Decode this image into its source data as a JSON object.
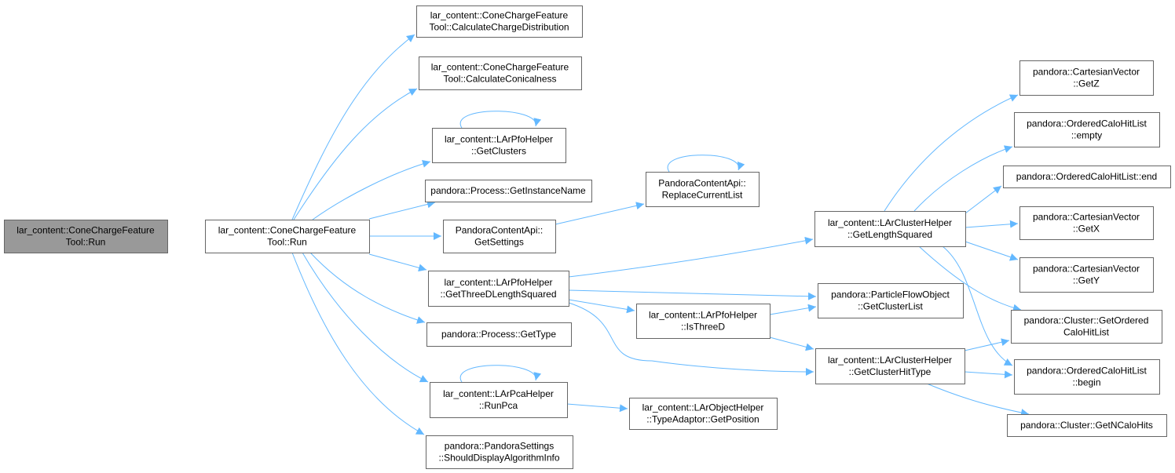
{
  "colors": {
    "edge": "#63b8ff",
    "node_border": "#666666",
    "node_fill": "#ffffff",
    "root_fill": "#999999"
  },
  "nodes": [
    {
      "id": "root",
      "lines": [
        "lar_content::ConeChargeFeature",
        "Tool::Run"
      ],
      "root": true
    },
    {
      "id": "run",
      "lines": [
        "lar_content::ConeChargeFeature",
        "Tool::Run"
      ]
    },
    {
      "id": "calcdist",
      "lines": [
        "lar_content::ConeChargeFeature",
        "Tool::CalculateChargeDistribution"
      ]
    },
    {
      "id": "calccon",
      "lines": [
        "lar_content::ConeChargeFeature",
        "Tool::CalculateConicalness"
      ]
    },
    {
      "id": "getclusters",
      "lines": [
        "lar_content::LArPfoHelper",
        "::GetClusters"
      ]
    },
    {
      "id": "instname",
      "lines": [
        "pandora::Process::GetInstanceName"
      ]
    },
    {
      "id": "getsettings",
      "lines": [
        "PandoraContentApi::",
        "GetSettings"
      ]
    },
    {
      "id": "replace",
      "lines": [
        "PandoraContentApi::",
        "ReplaceCurrentList"
      ]
    },
    {
      "id": "threed",
      "lines": [
        "lar_content::LArPfoHelper",
        "::GetThreeDLengthSquared"
      ]
    },
    {
      "id": "gettype",
      "lines": [
        "pandora::Process::GetType"
      ]
    },
    {
      "id": "runpca",
      "lines": [
        "lar_content::LArPcaHelper",
        "::RunPca"
      ]
    },
    {
      "id": "shoulddisplay",
      "lines": [
        "pandora::PandoraSettings",
        "::ShouldDisplayAlgorithmInfo"
      ]
    },
    {
      "id": "isthreed",
      "lines": [
        "lar_content::LArPfoHelper",
        "::IsThreeD"
      ]
    },
    {
      "id": "getpos",
      "lines": [
        "lar_content::LArObjectHelper",
        "::TypeAdaptor::GetPosition"
      ]
    },
    {
      "id": "lensq",
      "lines": [
        "lar_content::LArClusterHelper",
        "::GetLengthSquared"
      ]
    },
    {
      "id": "pfoclusterlist",
      "lines": [
        "pandora::ParticleFlowObject",
        "::GetClusterList"
      ]
    },
    {
      "id": "hittype",
      "lines": [
        "lar_content::LArClusterHelper",
        "::GetClusterHitType"
      ]
    },
    {
      "id": "getz",
      "lines": [
        "pandora::CartesianVector",
        "::GetZ"
      ]
    },
    {
      "id": "empty",
      "lines": [
        "pandora::OrderedCaloHitList",
        "::empty"
      ]
    },
    {
      "id": "end",
      "lines": [
        "pandora::OrderedCaloHitList::end"
      ]
    },
    {
      "id": "getx",
      "lines": [
        "pandora::CartesianVector",
        "::GetX"
      ]
    },
    {
      "id": "gety",
      "lines": [
        "pandora::CartesianVector",
        "::GetY"
      ]
    },
    {
      "id": "orderedcalo",
      "lines": [
        "pandora::Cluster::GetOrdered",
        "CaloHitList"
      ]
    },
    {
      "id": "begin",
      "lines": [
        "pandora::OrderedCaloHitList",
        "::begin"
      ]
    },
    {
      "id": "ncalo",
      "lines": [
        "pandora::Cluster::GetNCaloHits"
      ]
    }
  ],
  "edges": [
    [
      "root",
      "run"
    ],
    [
      "run",
      "calcdist"
    ],
    [
      "run",
      "calccon"
    ],
    [
      "run",
      "getclusters"
    ],
    [
      "run",
      "instname"
    ],
    [
      "run",
      "getsettings"
    ],
    [
      "run",
      "threed"
    ],
    [
      "run",
      "gettype"
    ],
    [
      "run",
      "runpca"
    ],
    [
      "run",
      "shoulddisplay"
    ],
    [
      "getclusters",
      "getclusters"
    ],
    [
      "getsettings",
      "replace"
    ],
    [
      "replace",
      "replace"
    ],
    [
      "threed",
      "lensq"
    ],
    [
      "threed",
      "pfoclusterlist"
    ],
    [
      "threed",
      "isthreed"
    ],
    [
      "threed",
      "hittype"
    ],
    [
      "runpca",
      "runpca"
    ],
    [
      "runpca",
      "getpos"
    ],
    [
      "isthreed",
      "pfoclusterlist"
    ],
    [
      "isthreed",
      "hittype"
    ],
    [
      "lensq",
      "getz"
    ],
    [
      "lensq",
      "empty"
    ],
    [
      "lensq",
      "end"
    ],
    [
      "lensq",
      "getx"
    ],
    [
      "lensq",
      "gety"
    ],
    [
      "lensq",
      "orderedcalo"
    ],
    [
      "lensq",
      "begin"
    ],
    [
      "hittype",
      "orderedcalo"
    ],
    [
      "hittype",
      "begin"
    ],
    [
      "hittype",
      "ncalo"
    ]
  ]
}
